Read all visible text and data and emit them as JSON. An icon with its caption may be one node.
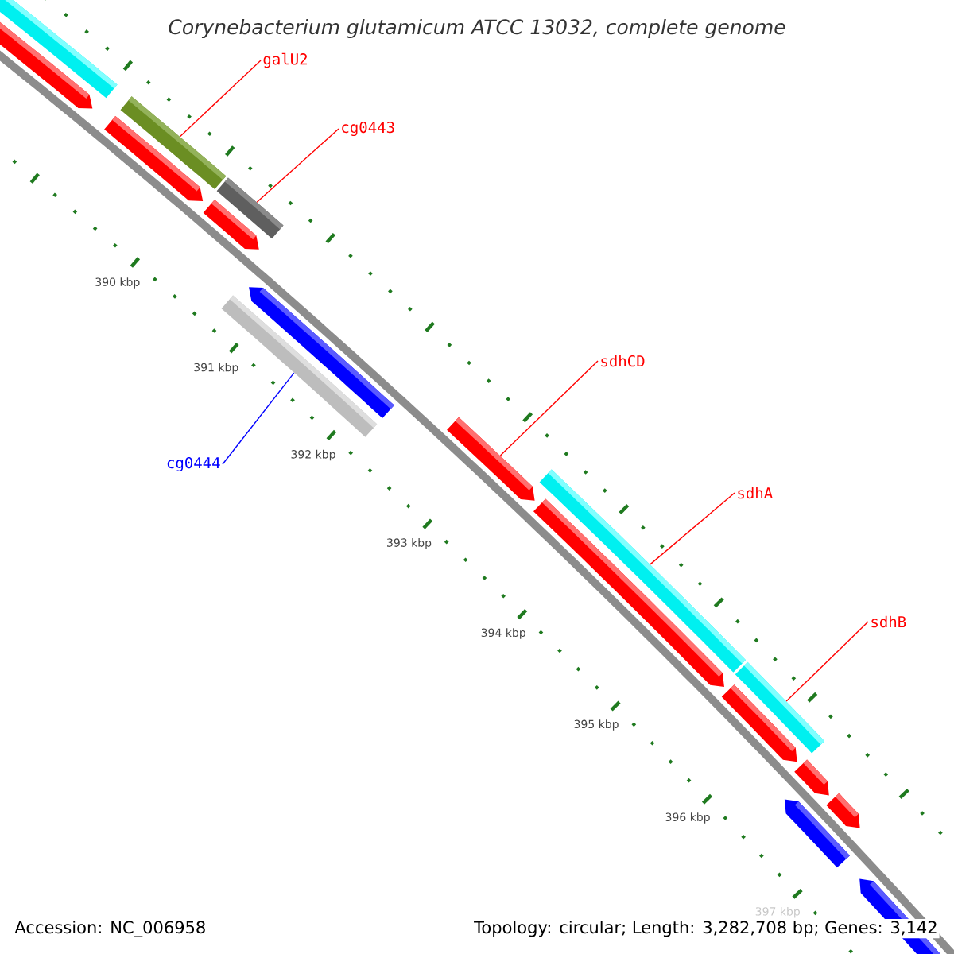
{
  "diagram": {
    "title": "Corynebacterium glutamicum ATCC 13032, complete genome",
    "nodes": [
      {
        "text": [
          "galU2"
        ]
      },
      {
        "text": [],
        "shape": "bar"
      },
      {
        "text": [
          "cg0443"
        ]
      },
      {
        "text": [],
        "shape": "bar"
      },
      {
        "text": [
          "sdhCD"
        ]
      },
      {
        "text": [],
        "shape": "bar"
      },
      {
        "text": [
          "sdhA"
        ]
      },
      {
        "text": [],
        "shape": "bar"
      },
      {
        "text": [
          "sdhB"
        ]
      },
      {
        "text": [],
        "shape": "bar"
      },
      {
        "text": [
          "cg0444"
        ]
      },
      {
        "text": [],
        "shape": "bar"
      }
    ],
    "edges": [
      {
        "from": 0,
        "to": 1,
        "arrow": "none"
      },
      {
        "from": 2,
        "to": 3,
        "arrow": "none"
      },
      {
        "from": 4,
        "to": 5,
        "arrow": "none"
      },
      {
        "from": 6,
        "to": 7,
        "arrow": "none"
      },
      {
        "from": 8,
        "to": 9,
        "arrow": "none"
      },
      {
        "from": 10,
        "to": 11,
        "arrow": "none",
        "color": "#0000ff"
      }
    ],
    "labels": [
      "390 kbp",
      "391 kbp",
      "392 kbp",
      "393 kbp",
      "394 kbp",
      "395 kbp",
      "396 kbp",
      "397 kbp",
      "Accession: NC_006958",
      "Topology: circular; Length: 3,282,708 bp; Genes: 3,142"
    ]
  }
}
